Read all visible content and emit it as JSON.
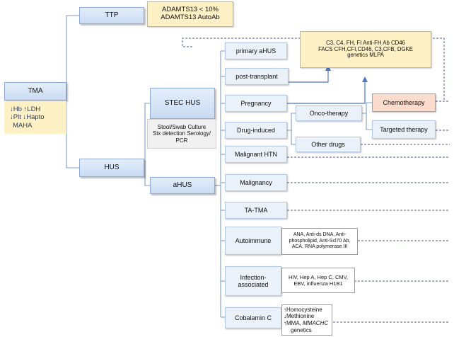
{
  "nodes": {
    "tma": "TMA",
    "tma_labs": [
      "↓Hb  ↑LDH",
      "↓Plt ↓Hapto",
      "MAHA"
    ],
    "ttp": "TTP",
    "ttp_tests": [
      "ADAMTS13 < 10%",
      "ADAMTS13 AutoAb"
    ],
    "hus": "HUS",
    "stec_hus": "STEC HUS",
    "stec_tests": [
      "Stool/Swab Culture",
      "Stx detection Serology/",
      "PCR"
    ],
    "ahus": "aHUS",
    "primary_ahus": "primary aHUS",
    "post_transplant": "post-transplant",
    "pregnancy": "Pregnancy",
    "drug_induced": "Drug-induced",
    "malignant_htn": "Malignant HTN",
    "malignancy": "Malignancy",
    "ta_tma": "TA-TMA",
    "autoimmune": "Autoimmune",
    "infection_associated": "Infection-associated",
    "cobalamin_c": "Cobalamin C",
    "complement_tests": [
      "C3, C4, FH, FI Anti-FH Ab CD46",
      "FACS CFH,CFI,CD46, C3,CFB, DGKE",
      "genetics MLPA"
    ],
    "onco_therapy": "Onco-therapy",
    "other_drugs": "Other drugs",
    "chemotherapy": "Chemotherapy",
    "targeted_therapy": "Targeted therapy",
    "autoimmune_tests": [
      "ANA, Anti-ds DNA, Anti-",
      "phospholipid, Anti-Scl70 Ab,",
      "ACA, RNA polymerase III"
    ],
    "infection_tests": [
      "HIV, Hep A, Hep C, CMV,",
      "EBV, influenza H1B1"
    ],
    "cobalamin_tests": {
      "line1": "↑Homocysteine",
      "line2": "↓Methionine",
      "line3_plain": "↑MMA, ",
      "line3_italic": "MMACHC",
      "line4": "genetics"
    }
  }
}
